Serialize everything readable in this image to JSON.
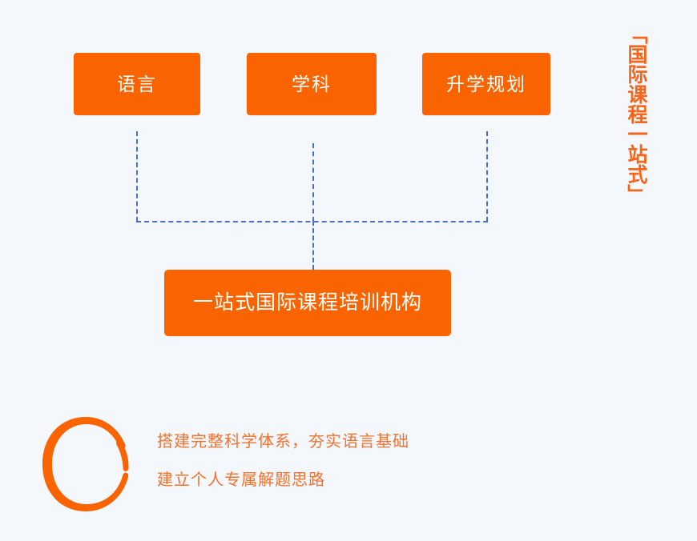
{
  "theme": {
    "background": "#f4f8fc",
    "brand_orange": "#fa6400",
    "slogan_orange": "#f5651a",
    "desc_orange": "#f5712c",
    "connector_blue": "#4a6fc4",
    "box_text": "#ffffff"
  },
  "categories": [
    {
      "id": "language",
      "label": "语言"
    },
    {
      "id": "subject",
      "label": "学科"
    },
    {
      "id": "planning",
      "label": "升学规划"
    }
  ],
  "summary": {
    "label": "一站式国际课程培训机构"
  },
  "vertical_slogan": {
    "text": "「国际课程一站式」"
  },
  "logo": {
    "name": "brush-ring-o-logo",
    "color": "#fa6400"
  },
  "description": {
    "lines": [
      "搭建完整科学体系，夯实语言基础",
      "建立个人专属解题思路"
    ]
  }
}
